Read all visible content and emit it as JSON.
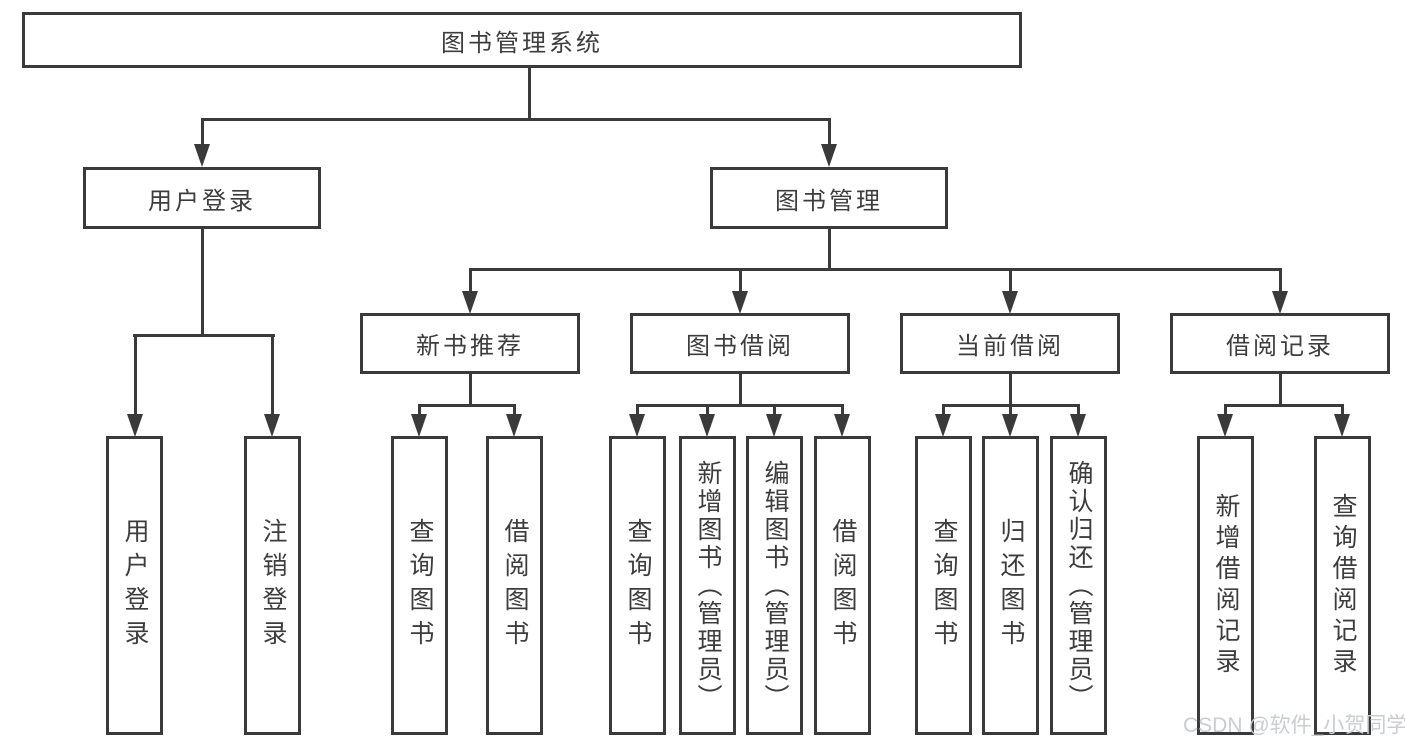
{
  "diagram_type": "hierarchy-tree",
  "title": "图书管理系统",
  "watermark": "CSDN @软件_小贺同学",
  "colors": {
    "line": "#3a3a3a",
    "text": "#3d3d3d",
    "watermark": "#c9cdd2",
    "background": "#ffffff"
  },
  "tree": {
    "root": {
      "label": "图书管理系统"
    },
    "level2": [
      {
        "label": "用户登录"
      },
      {
        "label": "图书管理"
      }
    ],
    "level3": [
      {
        "label": "新书推荐"
      },
      {
        "label": "图书借阅"
      },
      {
        "label": "当前借阅"
      },
      {
        "label": "借阅记录"
      }
    ],
    "leaves": {
      "login": [
        {
          "label": "用户登录"
        },
        {
          "label": "注销登录"
        }
      ],
      "recommend": [
        {
          "label": "查询图书"
        },
        {
          "label": "借阅图书"
        }
      ],
      "borrow": [
        {
          "label": "查询图书"
        },
        {
          "label": "新增图书（管理员）"
        },
        {
          "label": "编辑图书（管理员）"
        },
        {
          "label": "借阅图书"
        }
      ],
      "current": [
        {
          "label": "查询图书"
        },
        {
          "label": "归还图书"
        },
        {
          "label": "确认归还（管理员）"
        }
      ],
      "records": [
        {
          "label": "新增借阅记录"
        },
        {
          "label": "查询借阅记录"
        }
      ]
    }
  }
}
